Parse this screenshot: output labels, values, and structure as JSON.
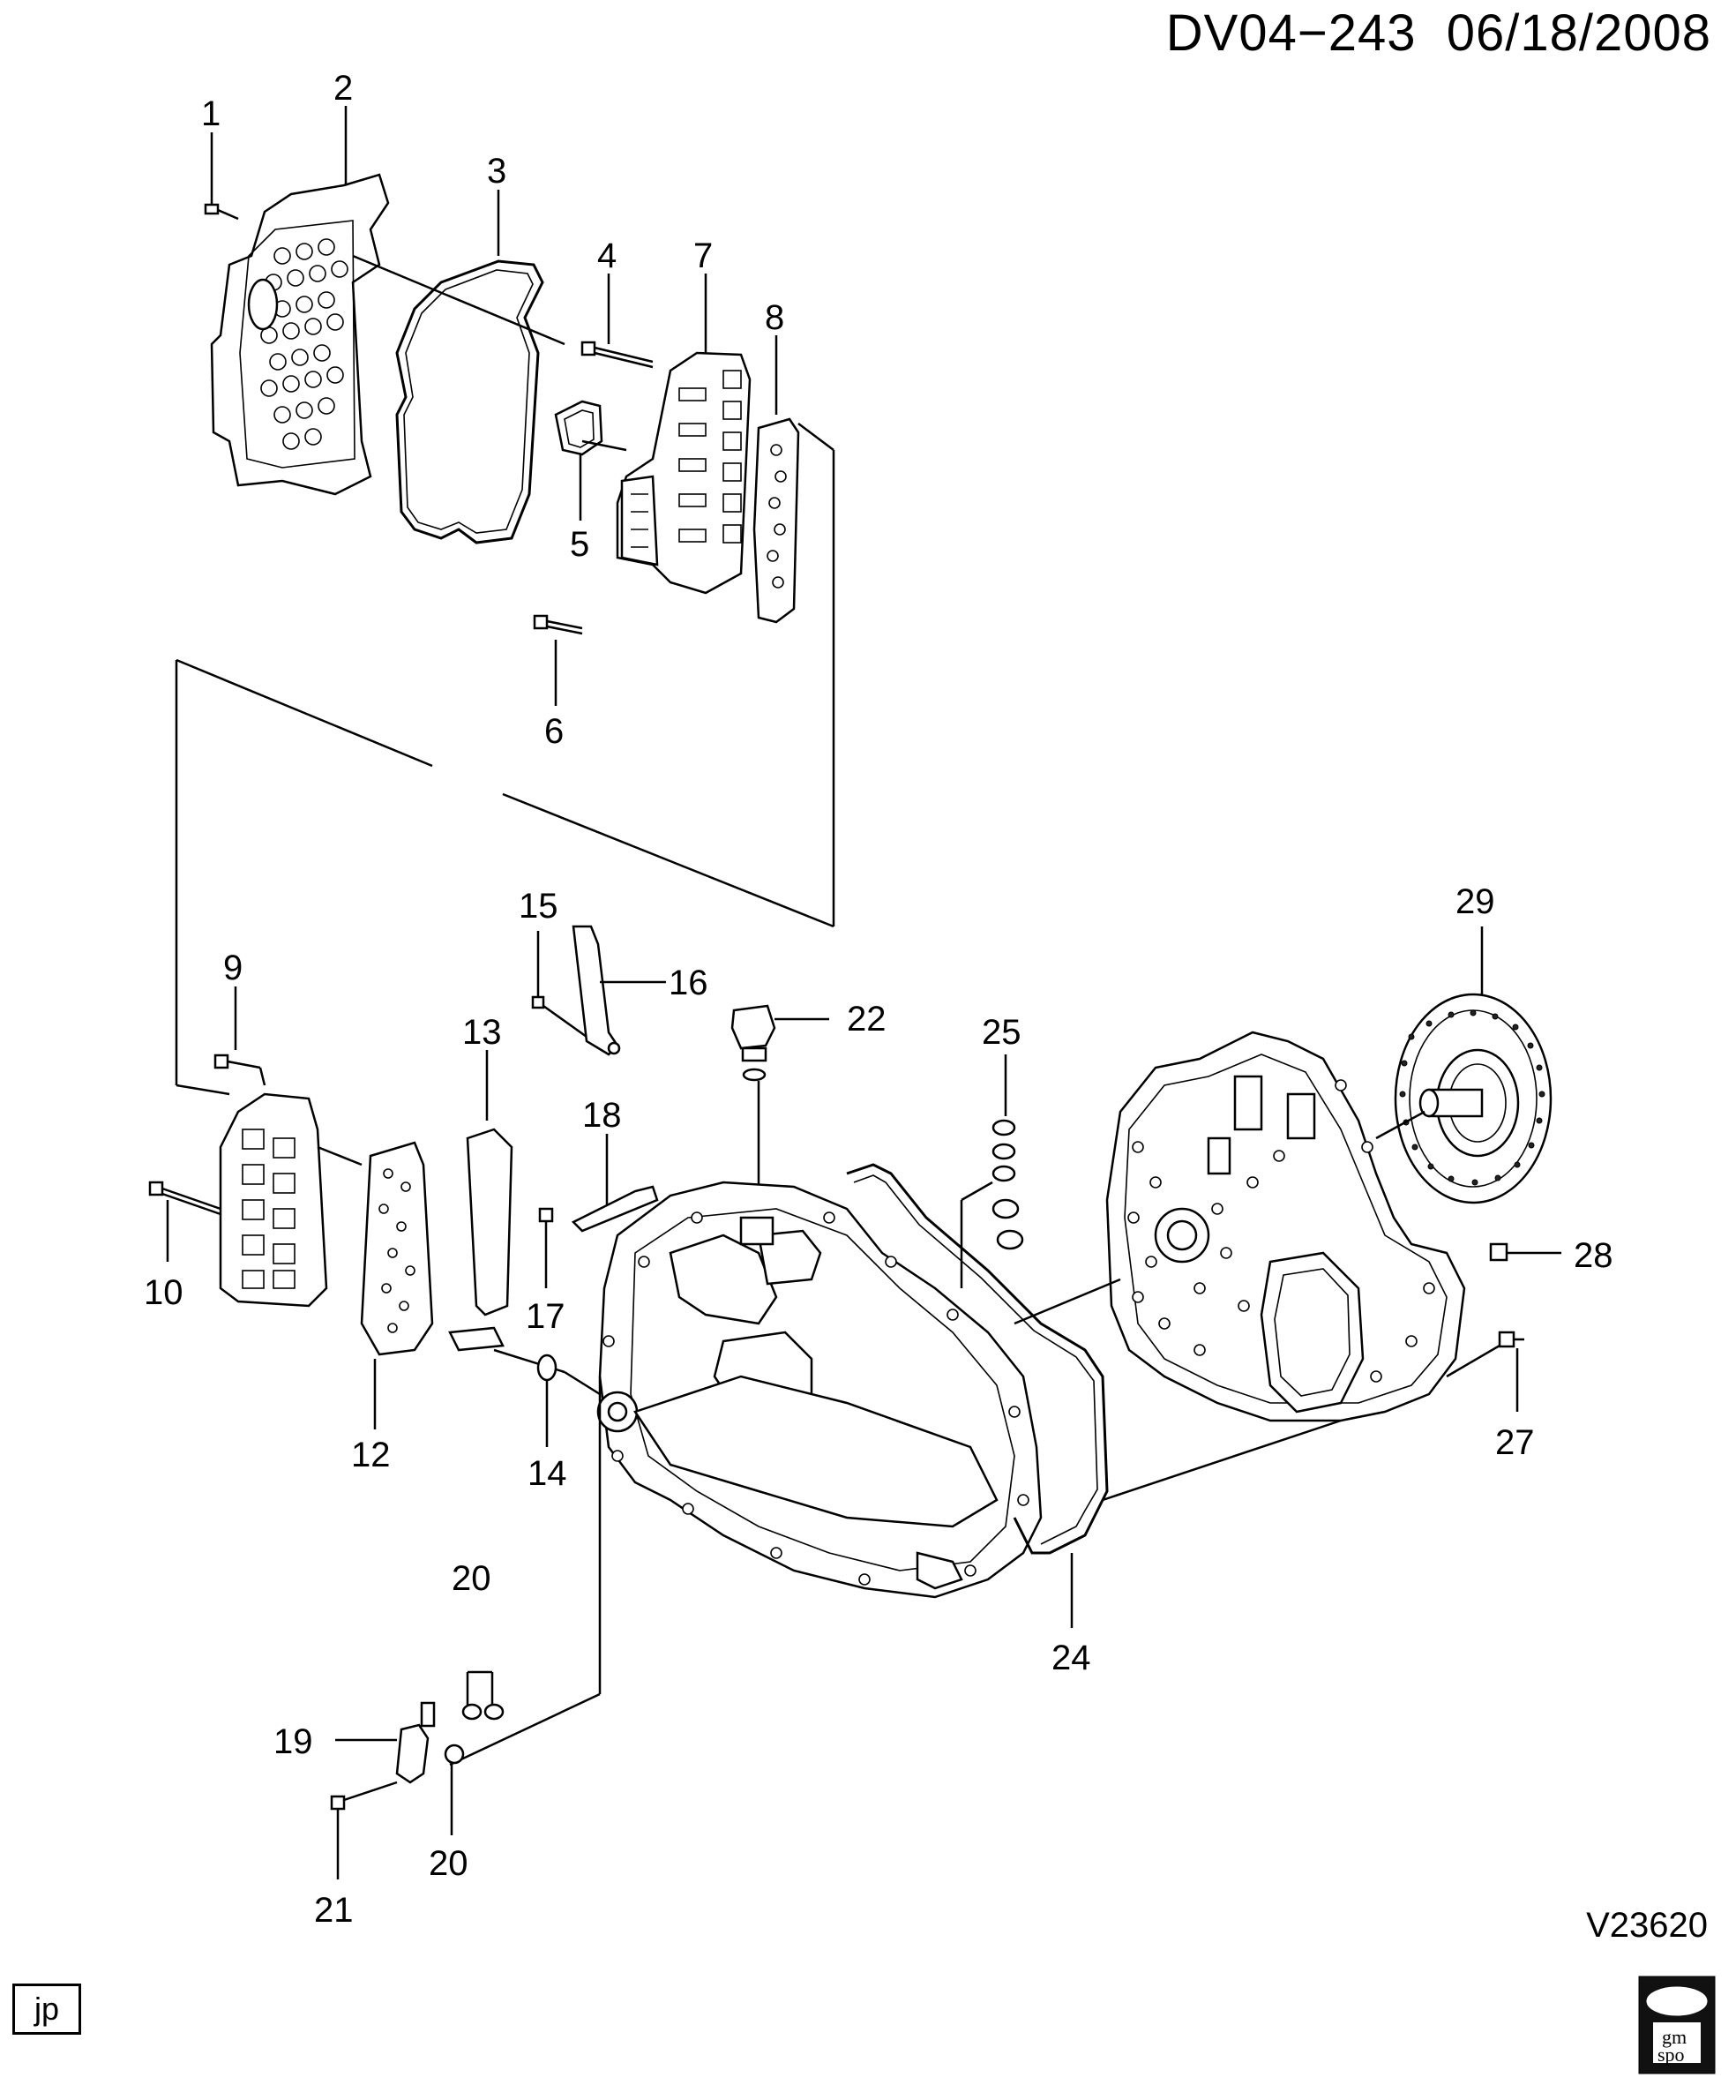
{
  "header": {
    "code": "DV04−243",
    "date": "06/18/2008"
  },
  "footer": {
    "illustration_id": "V23620",
    "region_badge": "jp"
  },
  "logo": {
    "text_top": "gm",
    "text_bottom": "spo"
  },
  "callouts": [
    "1",
    "2",
    "3",
    "4",
    "5",
    "6",
    "7",
    "8",
    "9",
    "10",
    "12",
    "13",
    "14",
    "15",
    "16",
    "17",
    "18",
    "19",
    "20",
    "20",
    "21",
    "22",
    "24",
    "25",
    "27",
    "28",
    "29"
  ]
}
